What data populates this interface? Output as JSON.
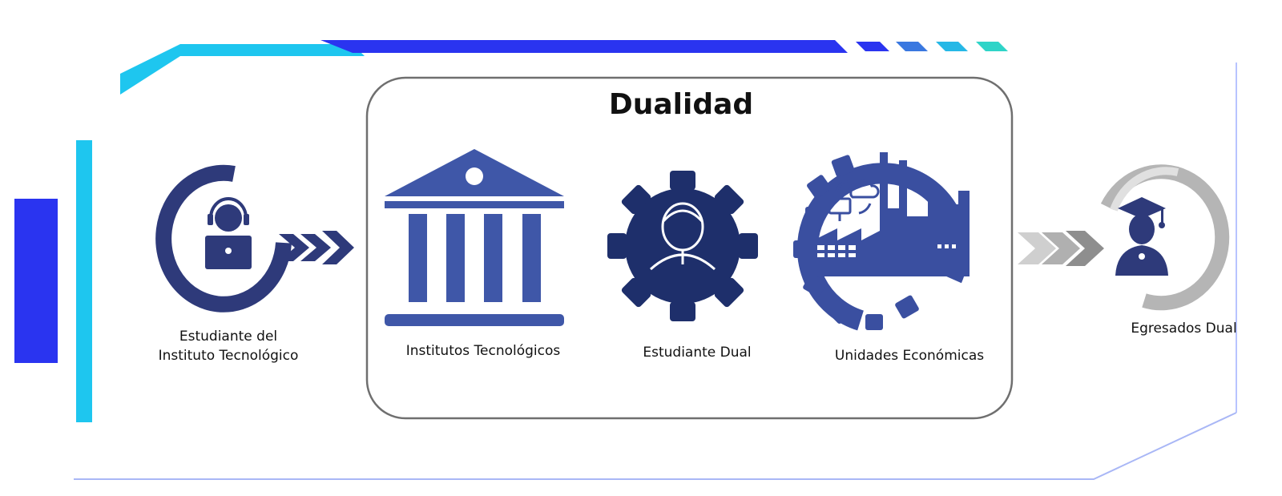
{
  "diagram": {
    "title": "Dualidad",
    "nodes": {
      "student": {
        "line1": "Estudiante del",
        "line2": "Instituto Tecnológico",
        "icon": "student-headset-icon"
      },
      "institutes": {
        "label": "Institutos Tecnológicos",
        "icon": "institution-building-icon"
      },
      "dual_student": {
        "label": "Estudiante Dual",
        "icon": "student-gear-icon"
      },
      "economic_units": {
        "label": "Unidades Económicas",
        "icon": "factory-gear-icon"
      },
      "graduates": {
        "label": "Egresados Dual",
        "icon": "graduate-icon"
      }
    },
    "colors": {
      "navy": "#2e3a7a",
      "royal": "#3f57a8",
      "bright_blue": "#2a34f0",
      "cyan": "#1ec6ef",
      "teal": "#2fd4c8",
      "gray": "#9a9a9a"
    }
  }
}
